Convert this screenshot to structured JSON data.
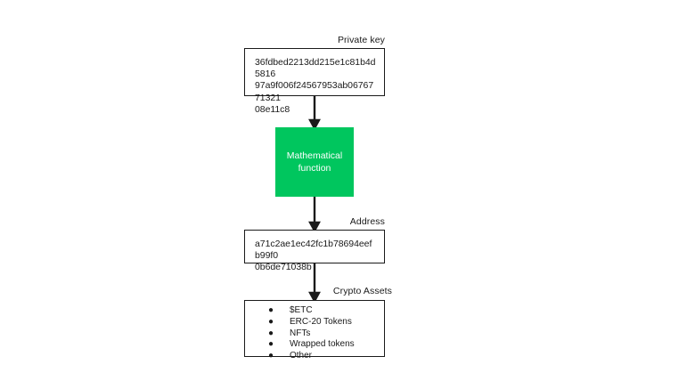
{
  "diagram": {
    "background_color": "#ffffff",
    "accent_color": "#00c65e",
    "line_color": "#1a1a1a",
    "nodes": {
      "private_key": {
        "label": "Private key",
        "lines": [
          "36fdbed2213dd215e1c81b4d5816",
          "97a9f006f24567953ab0676771321",
          "08e11c8"
        ]
      },
      "function": {
        "label_line_1": "Mathematical",
        "label_line_2": "function",
        "fill": "#00c65e",
        "text_color": "#ffffff"
      },
      "address": {
        "label": "Address",
        "lines": [
          "a71c2ae1ec42fc1b78694eefb99f0",
          "0b6de71038b"
        ]
      },
      "crypto_assets": {
        "label": "Crypto Assets",
        "bullet_glyph": "●",
        "items": [
          "$ETC",
          "ERC-20 Tokens",
          "NFTs",
          "Wrapped tokens",
          "Other"
        ]
      }
    },
    "connectors": [
      {
        "name": "private-key-to-function",
        "from": "private_key",
        "to": "function"
      },
      {
        "name": "function-to-address",
        "from": "function",
        "to": "address"
      },
      {
        "name": "address-to-crypto-assets",
        "from": "address",
        "to": "crypto_assets"
      }
    ]
  }
}
